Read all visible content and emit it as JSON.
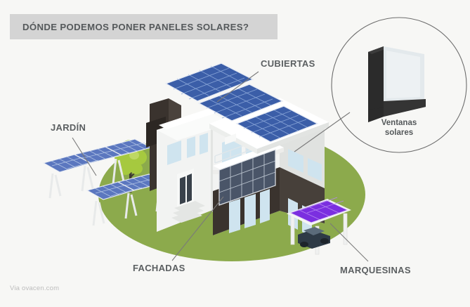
{
  "page": {
    "background_color": "#f7f7f5",
    "credit": "Via ovacen.com"
  },
  "header": {
    "title": "DÓNDE PODEMOS PONER PANELES SOLARES?",
    "bar_color": "#d4d4d4",
    "text_color": "#55595b"
  },
  "labels": {
    "cubiertas": "CUBIERTAS",
    "jardin": "JARDÍN",
    "fachadas": "FACHADAS",
    "marquesinas": "MARQUESINAS"
  },
  "callout": {
    "caption_line1": "Ventanas",
    "caption_line2": "solares",
    "frame_color": "#2b2b2b",
    "glass_color": "#e3e9ec"
  },
  "illustration": {
    "lawn_color": "#8caa4c",
    "house_wall_light": "#f2f3f2",
    "house_wall_shadow": "#dedfdd",
    "house_accent_dark": "#3a332e",
    "window_glass": "#cfe4ef",
    "roof_panel_color": "#3b5ea8",
    "roof_panel_cell": "#6f8fcb",
    "garden_panel_color": "#5b77bf",
    "facade_panel_color": "#4a5568",
    "carport_panel_color": "#7b2fe0",
    "tree_foliage": "#a6c93f",
    "tree_trunk": "#3f3a33",
    "car_color": "#2e3a46",
    "leader_line_color": "#7a7a7a"
  }
}
